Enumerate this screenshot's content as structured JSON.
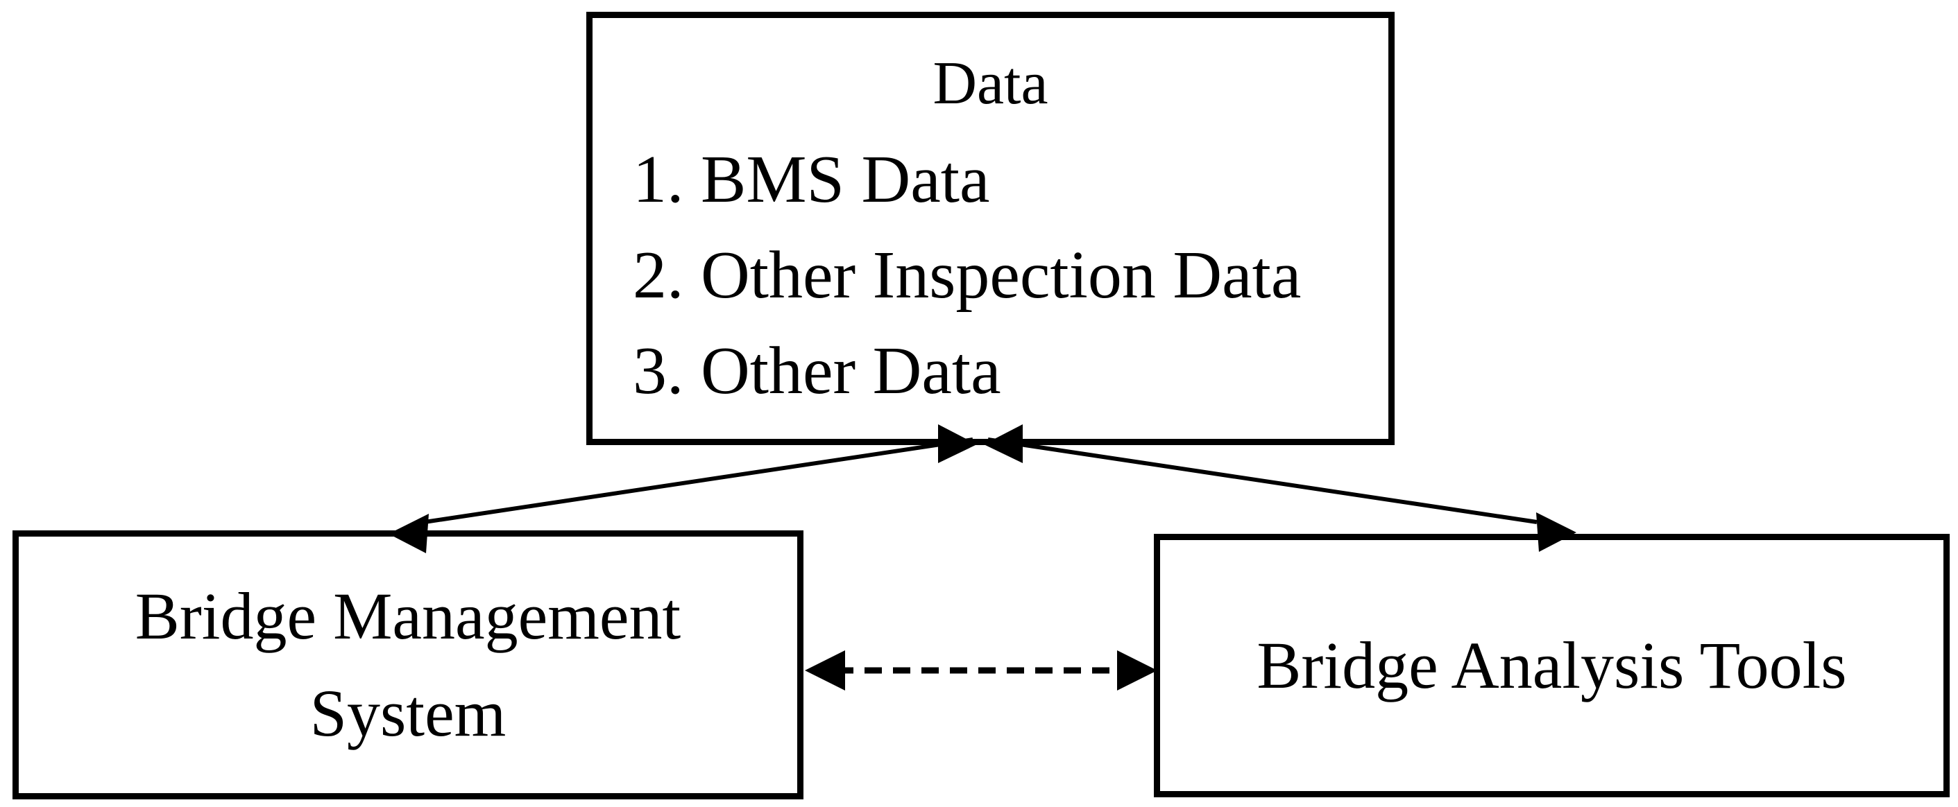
{
  "diagram": {
    "background_color": "#ffffff",
    "line_color": "#000000",
    "data_box": {
      "title": "Data",
      "items": [
        "1. BMS Data",
        "2. Other Inspection Data",
        "3. Other Data"
      ]
    },
    "bms_box": {
      "label_line1": "Bridge Management",
      "label_line2": "System"
    },
    "analysis_box": {
      "label": "Bridge Analysis Tools"
    },
    "connections": [
      {
        "from": "Data",
        "to": "Bridge Management System",
        "style": "solid",
        "bidirectional": true
      },
      {
        "from": "Data",
        "to": "Bridge Analysis Tools",
        "style": "solid",
        "bidirectional": true
      },
      {
        "from": "Bridge Management System",
        "to": "Bridge Analysis Tools",
        "style": "dashed",
        "bidirectional": true
      }
    ]
  }
}
